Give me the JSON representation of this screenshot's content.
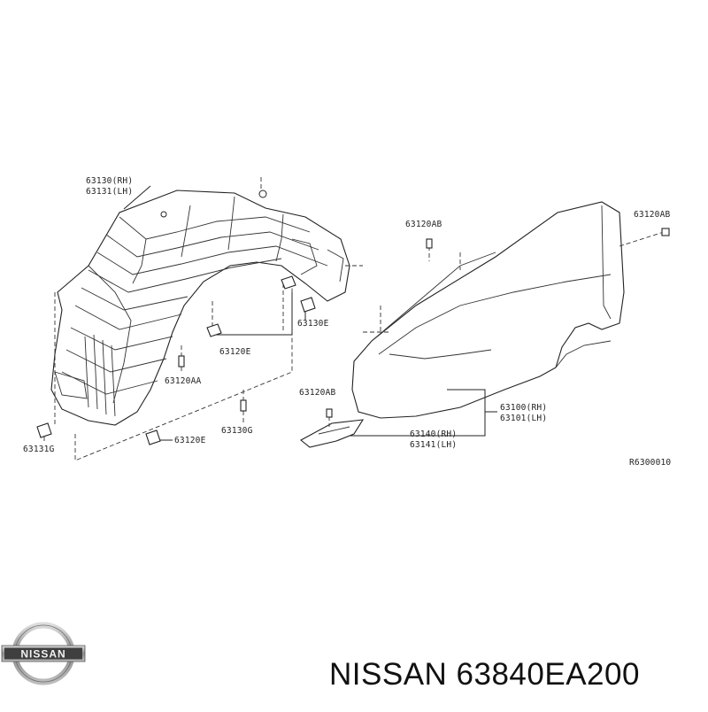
{
  "labels": {
    "p63130": "63130(RH)",
    "p63131": "63131(LH)",
    "p63120ab_top": "63120AB",
    "p63120ab_right": "63120AB",
    "p63130e": "63130E",
    "p63120e_mid": "63120E",
    "p63120aa": "63120AA",
    "p63120ab_low": "63120AB",
    "p63100": "63100(RH)",
    "p63101": "63101(LH)",
    "p63140": "63140(RH)",
    "p63141": "63141(LH)",
    "p63131g": "63131G",
    "p63130g": "63130G",
    "p63120e_low": "63120E",
    "ref": "R6300010"
  },
  "logo": {
    "text": "NISSAN",
    "name": "nissan-logo"
  },
  "footer": {
    "title": "NISSAN 63840EA200"
  }
}
